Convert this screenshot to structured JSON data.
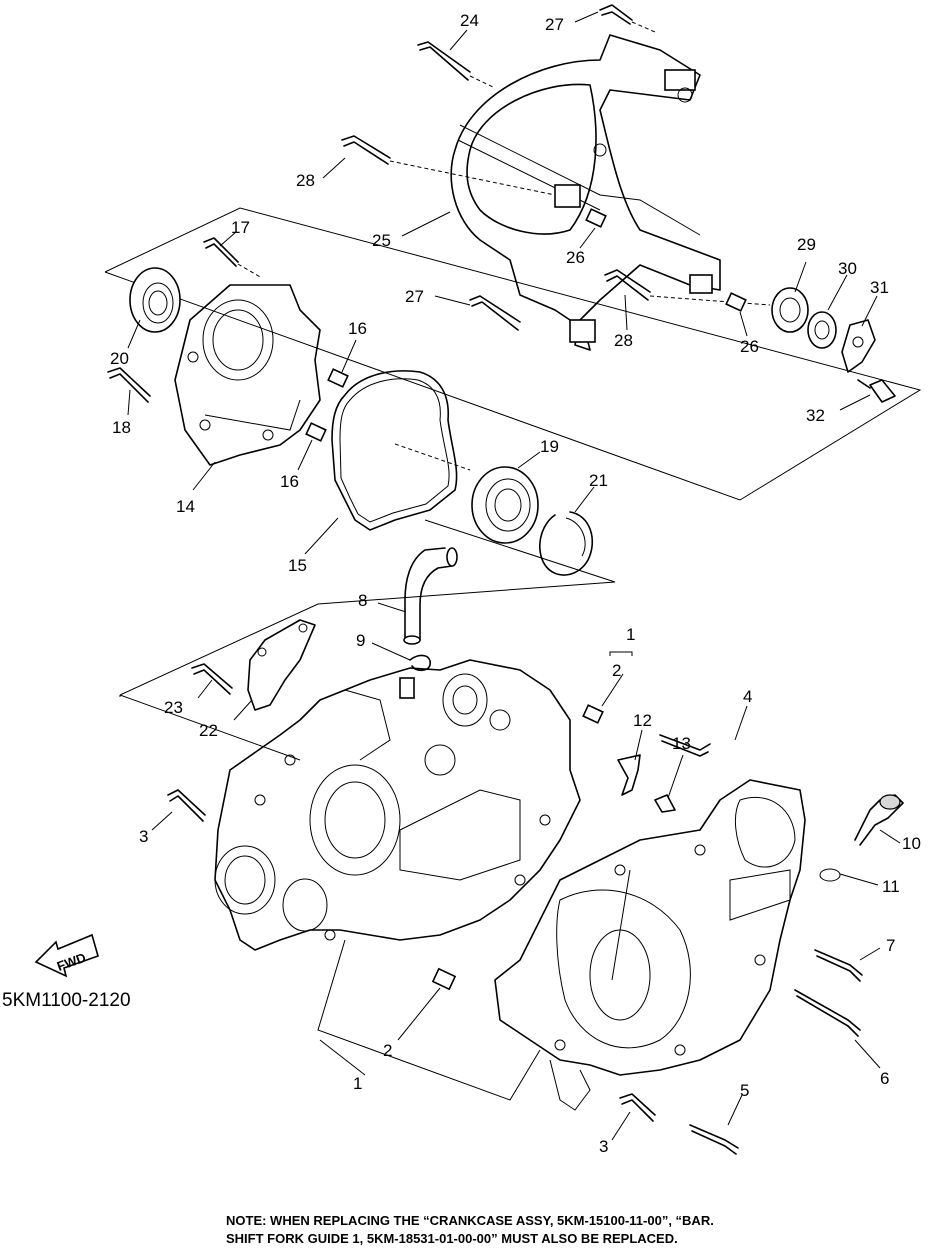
{
  "diagram_code": "5KM1100-2120",
  "fwd_label": "FWD",
  "note": {
    "line1": "NOTE: WHEN REPLACING THE “CRANKCASE ASSY, 5KM-15100-11-00”, “BAR.",
    "line2": "SHIFT FORK GUIDE 1, 5KM-18531-01-00-00” MUST ALSO BE REPLACED."
  },
  "callouts": {
    "c1a": "1",
    "c1b": "1",
    "c2a": "2",
    "c2b": "2",
    "c3a": "3",
    "c3b": "3",
    "c4": "4",
    "c5": "5",
    "c6": "6",
    "c7": "7",
    "c8": "8",
    "c9": "9",
    "c10": "10",
    "c11": "11",
    "c12": "12",
    "c13": "13",
    "c14": "14",
    "c15": "15",
    "c16a": "16",
    "c16b": "16",
    "c17": "17",
    "c18": "18",
    "c19": "19",
    "c20": "20",
    "c21": "21",
    "c22": "22",
    "c23": "23",
    "c24": "24",
    "c25": "25",
    "c26a": "26",
    "c26b": "26",
    "c27a": "27",
    "c27b": "27",
    "c28a": "28",
    "c28b": "28",
    "c29": "29",
    "c30": "30",
    "c31": "31",
    "c32": "32"
  }
}
